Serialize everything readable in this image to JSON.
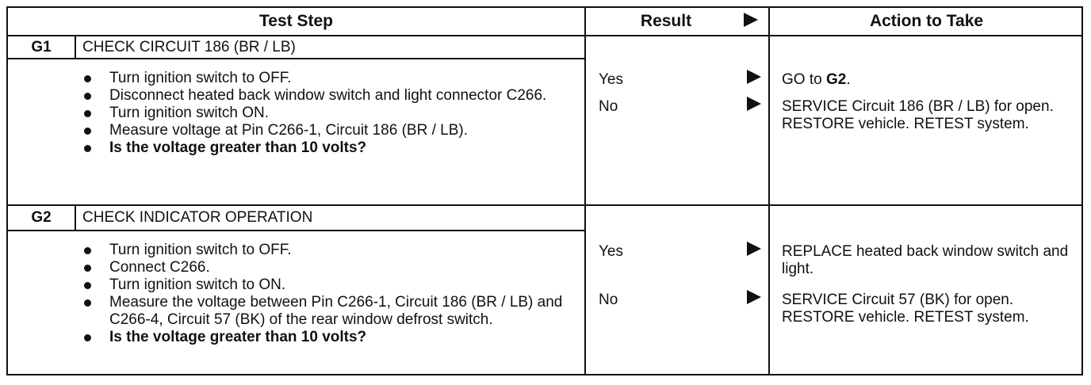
{
  "header": {
    "test_step": "Test Step",
    "result": "Result",
    "action": "Action to Take"
  },
  "steps": [
    {
      "id": "G1",
      "title": "CHECK CIRCUIT 186 (BR / LB)",
      "bullets": [
        "Turn ignition switch to OFF.",
        "Disconnect heated back window switch and light connector C266.",
        "Turn ignition switch ON.",
        "Measure voltage at Pin C266-1, Circuit 186 (BR / LB).",
        "Is the voltage greater than 10 volts?"
      ],
      "results": [
        {
          "result": "Yes",
          "action_prefix": "GO to ",
          "action_bold": "G2",
          "action_suffix": "."
        },
        {
          "result": "No",
          "action_prefix": "SERVICE Circuit 186 (BR / LB) for open. RESTORE vehicle. RETEST system.",
          "action_bold": "",
          "action_suffix": ""
        }
      ]
    },
    {
      "id": "G2",
      "title": "CHECK INDICATOR OPERATION",
      "bullets": [
        "Turn ignition switch to OFF.",
        "Connect C266.",
        "Turn ignition switch to ON.",
        "Measure the voltage between Pin C266-1, Circuit 186 (BR / LB) and C266-4, Circuit 57 (BK) of the rear window defrost switch.",
        "Is the voltage greater than 10 volts?"
      ],
      "results": [
        {
          "result": "Yes",
          "action_prefix": "REPLACE heated back window switch and light.",
          "action_bold": "",
          "action_suffix": ""
        },
        {
          "result": "No",
          "action_prefix": "SERVICE Circuit 57 (BK) for open. RESTORE vehicle. RETEST system.",
          "action_bold": "",
          "action_suffix": ""
        }
      ]
    }
  ]
}
